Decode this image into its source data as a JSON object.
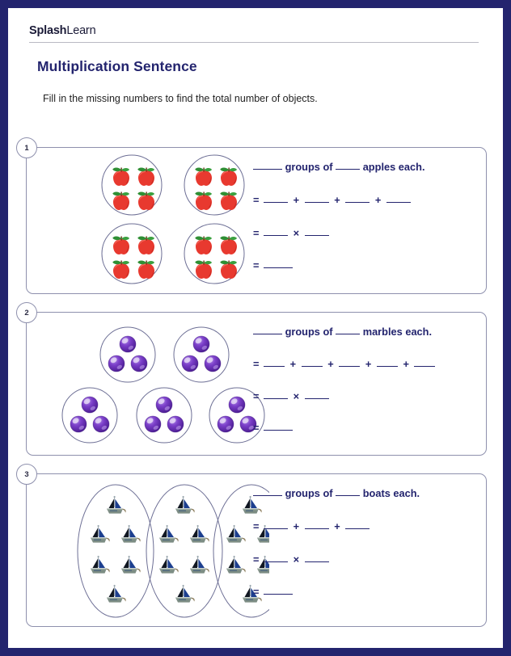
{
  "brand": {
    "bold_part": "Splash",
    "light_part": "Learn"
  },
  "header": {
    "title": "Multiplication Sentence",
    "subtitle": "Fill in the missing numbers to find the total number of objects."
  },
  "problems": [
    {
      "number": "1",
      "object_name": "apples",
      "object_icon": "apple-icon",
      "groups": 4,
      "per_group": 4,
      "group_shape": "circle",
      "sentence": {
        "prefix_blank": "____",
        "groups_of_label": "groups of",
        "middle_blank": "____",
        "each_label": "apples each."
      },
      "addition_line": {
        "equals": "=",
        "addend_count": 4,
        "operator": "+"
      },
      "multiplication_line": {
        "equals": "=",
        "operator": "×"
      },
      "total_line": {
        "equals": "="
      }
    },
    {
      "number": "2",
      "object_name": "marbles",
      "object_icon": "marble-icon",
      "groups": 5,
      "per_group": 3,
      "group_shape": "circle",
      "sentence": {
        "prefix_blank": "____",
        "groups_of_label": "groups of",
        "middle_blank": "____",
        "each_label": "marbles each."
      },
      "addition_line": {
        "equals": "=",
        "addend_count": 5,
        "operator": "+"
      },
      "multiplication_line": {
        "equals": "=",
        "operator": "×"
      },
      "total_line": {
        "equals": "="
      }
    },
    {
      "number": "3",
      "object_name": "boats",
      "object_icon": "sailboat-icon",
      "groups": 3,
      "per_group": 6,
      "group_shape": "ellipse",
      "sentence": {
        "prefix_blank": "____",
        "groups_of_label": "groups of",
        "middle_blank": "____",
        "each_label": "boats each."
      },
      "addition_line": {
        "equals": "=",
        "addend_count": 3,
        "operator": "+"
      },
      "multiplication_line": {
        "equals": "=",
        "operator": "×"
      },
      "total_line": {
        "equals": "="
      }
    }
  ],
  "colors": {
    "page_border": "#23246e",
    "title_navy": "#23246e",
    "card_border": "#8e90ad",
    "apple_red": "#e8392f",
    "apple_leaf": "#2f8f34",
    "marble_purple": "#6a2fb5",
    "boat_sail": "#1d3f8f",
    "boat_hull": "#7d8d84",
    "rule_grey": "#b9b9c3"
  }
}
